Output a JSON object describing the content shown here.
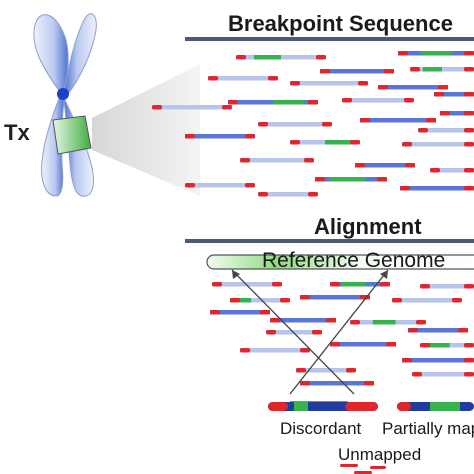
{
  "chromosome": {
    "label": "Tx",
    "colors": {
      "arm": "#5b7ed6",
      "arm_light": "#dfe6f7",
      "centromere": "#1e3fc7",
      "insert": "#5ac050"
    }
  },
  "section1": {
    "title": "Breakpoint Sequence"
  },
  "section2": {
    "title": "Alignment",
    "reference_label": "Reference Genome"
  },
  "labels": {
    "discordant": "Discordant",
    "partially": "Partially mapped",
    "unmapped": "Unmapped"
  },
  "read_colors": {
    "end": "#e0262b",
    "body": "#5b76d9",
    "body_light": "#b8c4ec",
    "insert": "#37b24d",
    "dark": "#1f3c9e"
  }
}
